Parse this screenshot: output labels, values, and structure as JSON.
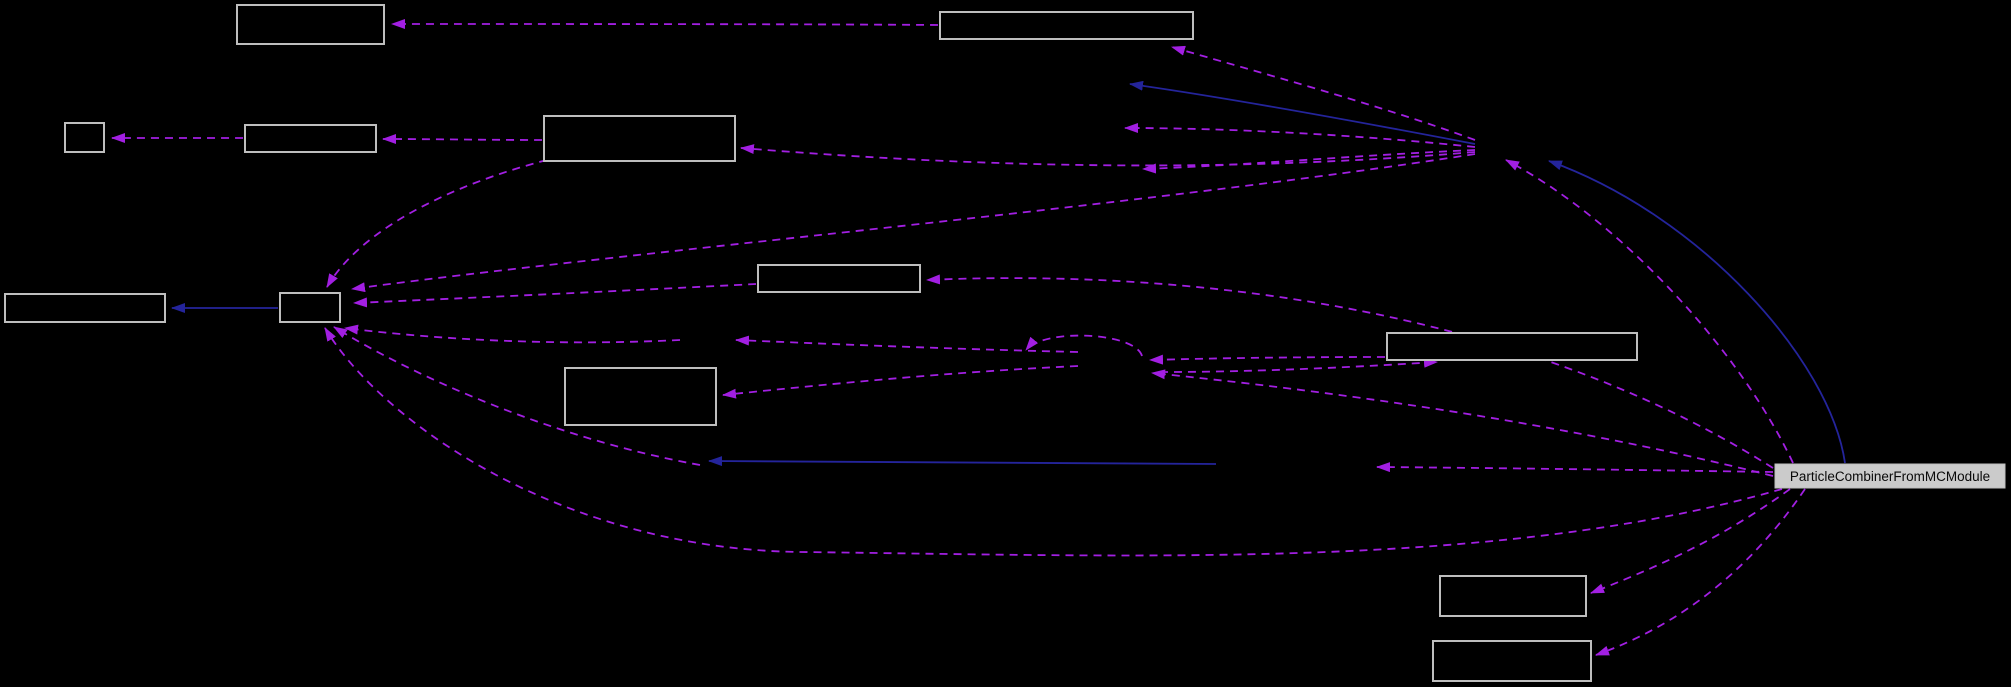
{
  "diagram": {
    "type": "collaboration-graph",
    "highlight_node": {
      "label": "ParticleCombinerFromMCModule"
    },
    "colors": {
      "background": "#000000",
      "node_border": "#BEBEBE",
      "node_fill": "#000000",
      "highlight_fill": "#CBCBCB",
      "highlight_text": "#0A0A0A",
      "edge_dashed": "#A21FE2",
      "edge_solid": "#24249B"
    },
    "nodes": [
      {
        "id": "node-1",
        "label": ""
      },
      {
        "id": "node-2",
        "label": ""
      },
      {
        "id": "node-3",
        "label": ""
      },
      {
        "id": "node-4",
        "label": ""
      },
      {
        "id": "node-5",
        "label": ""
      },
      {
        "id": "node-6",
        "label": ""
      },
      {
        "id": "node-7",
        "label": ""
      },
      {
        "id": "node-8",
        "label": ""
      },
      {
        "id": "node-9",
        "label": ""
      },
      {
        "id": "node-10",
        "label": ""
      },
      {
        "id": "node-11",
        "label": ""
      },
      {
        "id": "node-12",
        "label": ""
      }
    ]
  }
}
